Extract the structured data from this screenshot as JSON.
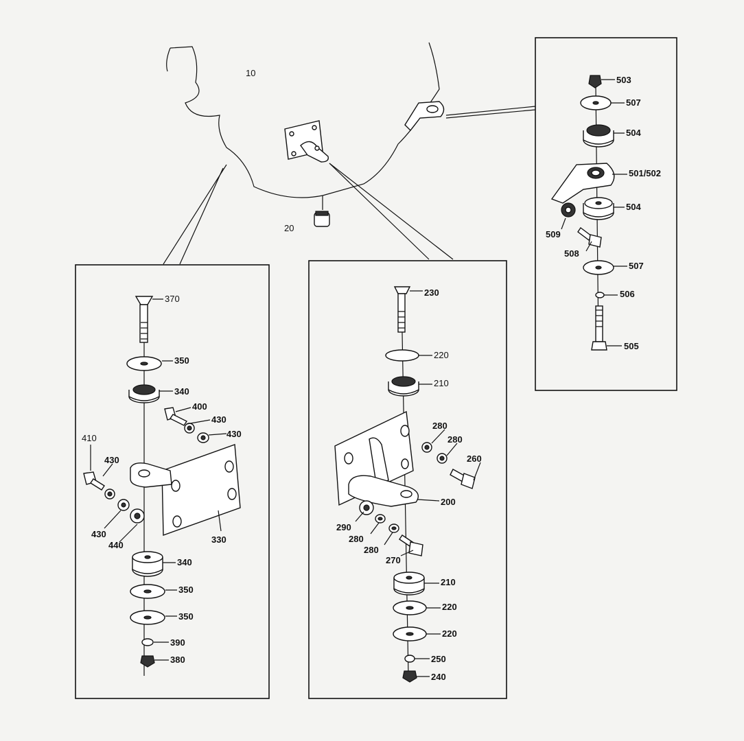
{
  "diagram": {
    "labels": {
      "engine": "10",
      "plug": "20",
      "b503": "503",
      "b507a": "507",
      "b504a": "504",
      "b501": "501/502",
      "b504b": "504",
      "b509": "509",
      "b508": "508",
      "b507b": "507",
      "b506": "506",
      "b505": "505",
      "a370": "370",
      "a350a": "350",
      "a340a": "340",
      "a400": "400",
      "a430a": "430",
      "a430b": "430",
      "a410": "410",
      "a430c": "430",
      "a430d": "430",
      "a440": "440",
      "a330": "330",
      "a340b": "340",
      "a350b": "350",
      "a350c": "350",
      "a390": "390",
      "a380": "380",
      "c230": "230",
      "c220a": "220",
      "c210a": "210",
      "c280a": "280",
      "c280b": "280",
      "c260": "260",
      "c200": "200",
      "c290": "290",
      "c280c": "280",
      "c280d": "280",
      "c270": "270",
      "c210b": "210",
      "c220b": "220",
      "c220c": "220",
      "c250": "250",
      "c240": "240"
    }
  }
}
